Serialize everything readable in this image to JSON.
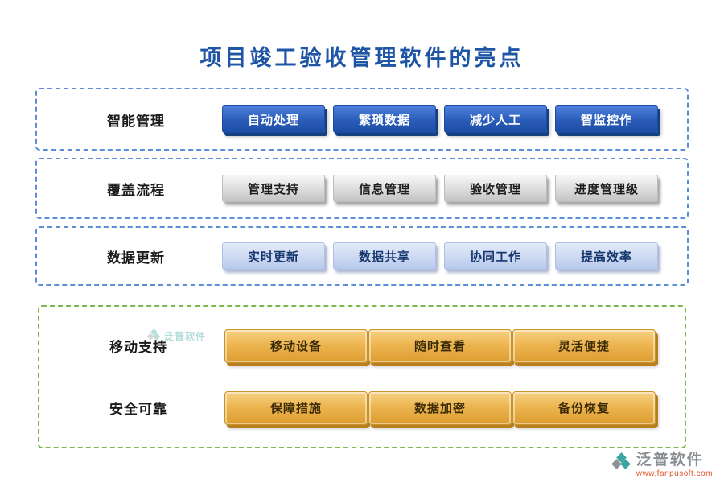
{
  "title": "项目竣工验收管理软件的亮点",
  "sections": [
    {
      "label": "智能管理",
      "items": [
        "自动处理",
        "繁琐数据",
        "减少人工",
        "智监控作"
      ]
    },
    {
      "label": "覆盖流程",
      "items": [
        "管理支持",
        "信息管理",
        "验收管理",
        "进度管理级"
      ]
    },
    {
      "label": "数据更新",
      "items": [
        "实时更新",
        "数据共享",
        "协同工作",
        "提高效率"
      ]
    }
  ],
  "green_sections": [
    {
      "label": "移动支持",
      "items": [
        "移动设备",
        "随时查看",
        "灵活便捷"
      ]
    },
    {
      "label": "安全可靠",
      "items": [
        "保障措施",
        "数据加密",
        "备份恢复"
      ]
    }
  ],
  "footer": {
    "brand": "泛普软件",
    "url": "www.fanpusoft.com"
  },
  "watermark": "泛普软件",
  "colors": {
    "title_blue": "#1f55a5",
    "dashed_blue": "#5b8dd9",
    "dashed_green": "#7cb84f",
    "button_blue": "#2a5cb8",
    "button_gray": "#dcdcdc",
    "button_lightblue": "#cdd9f2",
    "button_gold": "#ecb551",
    "footer_url_orange": "#e4572e"
  }
}
